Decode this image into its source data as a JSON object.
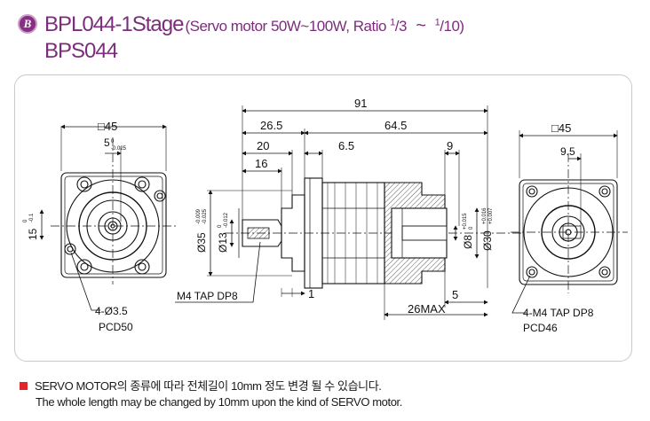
{
  "header": {
    "badge": "B",
    "model": "BPL044-1Stage",
    "spec_prefix": "(Servo motor 50W~100W, Ratio",
    "ratio_low_num": "1",
    "ratio_low_den": "3",
    "ratio_sep": "~",
    "ratio_high_num": "1",
    "ratio_high_den": "10)",
    "subtitle": "BPS044"
  },
  "drawing": {
    "left_view": {
      "square": "□45",
      "offset_main": "5",
      "offset_tol_top": "0",
      "offset_tol_bot": "-0.025",
      "height_main": "15",
      "height_tol_top": "0",
      "height_tol_bot": "-0.1",
      "holes": "4-Ø3.5",
      "pcd": "PCD50"
    },
    "side_view": {
      "total": "91",
      "d26_5": "26.5",
      "d64_5": "64.5",
      "d20": "20",
      "d6_5": "6.5",
      "d9": "9",
      "d16": "16",
      "d1": "1",
      "d5": "5",
      "d26max": "26MAX",
      "dia35": "Ø35",
      "dia35_tol_top": "-0.009",
      "dia35_tol_bot": "-0.025",
      "dia13": "Ø13",
      "dia13_tol_top": "0",
      "dia13_tol_bot": "-0.012",
      "dia8": "Ø8",
      "dia8_tol_top": "+0.015",
      "dia8_tol_bot": "0",
      "dia30": "Ø30",
      "dia30_tol_top": "+0.016",
      "dia30_tol_bot": "+0.007",
      "tap": "M4 TAP DP8"
    },
    "right_view": {
      "square": "□45",
      "d9_5": "9.5",
      "tap": "4-M4 TAP DP8",
      "pcd": "PCD46"
    }
  },
  "notes": {
    "korean": "SERVO MOTOR의 종류에 따라 전체길이 10mm 정도 변경 될 수 있습니다.",
    "english": "The whole length may be changed by 10mm upon the kind of SERVO motor."
  },
  "colors": {
    "title": "#7b2d7b",
    "badge": "#8a2d86",
    "bullet": "#e0262b"
  }
}
